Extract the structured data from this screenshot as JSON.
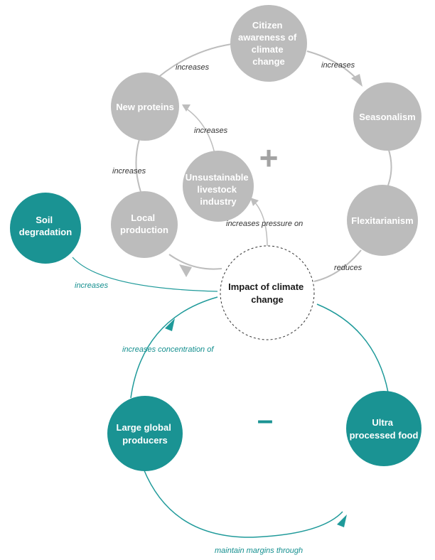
{
  "colors": {
    "gray_node": "#bcbcbc",
    "gray_line": "#bdbdbd",
    "teal_node": "#1a9393",
    "teal_line": "#1f9a9a",
    "plus": "#a3a3a3",
    "minus": "#1a9393",
    "label_gray": "#333333",
    "label_teal": "#148f8f"
  },
  "nodes": {
    "citizen": [
      "Citizen",
      "awareness of",
      "climate",
      "change"
    ],
    "seasonalism": [
      "Seasonalism"
    ],
    "flexitarianism": [
      "Flexitarianism"
    ],
    "new_proteins": [
      "New proteins"
    ],
    "local_production": [
      "Local",
      "production"
    ],
    "unsustainable_livestock": [
      "Unsustainable",
      "livestock",
      "industry"
    ],
    "soil_degradation": [
      "Soil",
      "degradation"
    ],
    "impact": [
      "Impact of climate",
      "change"
    ],
    "large_global_producers": [
      "Large global",
      "producers"
    ],
    "ultra_processed_food": [
      "Ultra",
      "processed food"
    ]
  },
  "edges": {
    "new_proteins_to_citizen": "increases",
    "citizen_to_seasonalism": "increases",
    "livestock_to_new_proteins": "increases",
    "local_to_new_proteins": "increases",
    "impact_to_livestock": "increases pressure on",
    "flexitarianism_to_impact": "reduces",
    "soil_to_impact": "increases",
    "producers_to_impact": "increases concentration of",
    "producers_to_ultra": "maintain margins through"
  },
  "signs": {
    "reinforcing": "+",
    "balancing": "–"
  }
}
